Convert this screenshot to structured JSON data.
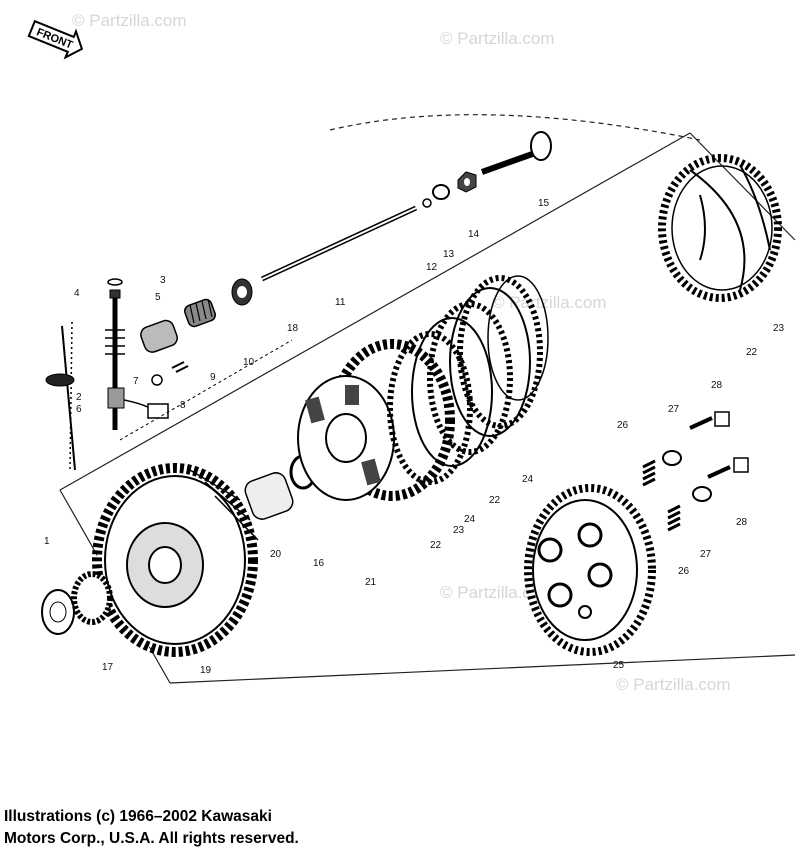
{
  "front_label": "FRONT",
  "watermarks": [
    "© Partzilla.com",
    "© Partzilla.com",
    "© Partzilla.com",
    "© Partzilla.com",
    "© Partzilla.com"
  ],
  "callouts": [
    "1",
    "2",
    "3",
    "4",
    "5",
    "6",
    "7",
    "8",
    "9",
    "10",
    "11",
    "12",
    "13",
    "14",
    "15",
    "16",
    "17",
    "18",
    "19",
    "20",
    "21",
    "22",
    "22",
    "22",
    "23",
    "23",
    "24",
    "24",
    "25",
    "26",
    "26",
    "27",
    "27",
    "28",
    "28"
  ],
  "copyright": {
    "line1": "Illustrations (c) 1966–2002 Kawasaki",
    "line2": "Motors Corp., U.S.A.  All rights reserved."
  }
}
